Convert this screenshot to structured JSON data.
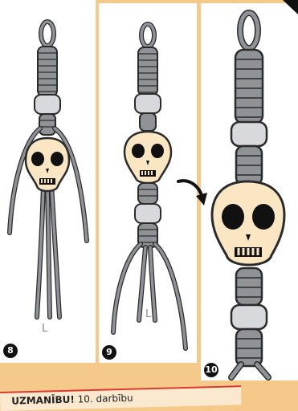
{
  "steps": [
    {
      "number": "8",
      "length_label": "L"
    },
    {
      "number": "9",
      "length_label": "L"
    },
    {
      "number": "10"
    }
  ],
  "note": {
    "bold": "UZMANĪBU!",
    "text": " 10. darbību"
  },
  "colors": {
    "background": "#f4c98a",
    "cord": "#8f9398",
    "cord_outline": "#2b2b2b",
    "bead": "#d7d9dc",
    "skull": "#fbe6c4",
    "accent_line": "#d93a2b"
  }
}
